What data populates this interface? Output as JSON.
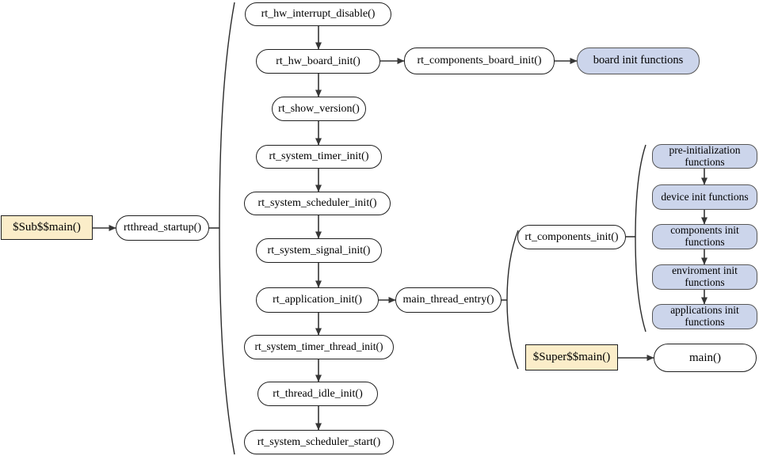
{
  "diagram": {
    "type": "flowchart",
    "description": "RT-Thread startup sequence flow",
    "colors": {
      "node_fill": "#ffffff",
      "entry_fill": "#fbedc9",
      "group_fill": "#ccd5eb",
      "border": "#1f1f1f",
      "line": "#363636"
    },
    "nodes": {
      "sub_main": "$Sub$$main()",
      "rtthread_startup": "rtthread_startup()",
      "rt_hw_interrupt_disable": "rt_hw_interrupt_disable()",
      "rt_hw_board_init": "rt_hw_board_init()",
      "rt_show_version": "rt_show_version()",
      "rt_system_timer_init": "rt_system_timer_init()",
      "rt_system_scheduler_init": "rt_system_scheduler_init()",
      "rt_system_signal_init": "rt_system_signal_init()",
      "rt_application_init": "rt_application_init()",
      "rt_system_timer_thread_init": "rt_system_timer_thread_init()",
      "rt_thread_idle_init": "rt_thread_idle_init()",
      "rt_system_scheduler_start": "rt_system_scheduler_start()",
      "rt_components_board_init": "rt_components_board_init()",
      "board_init_functions": "board init functions",
      "main_thread_entry": "main_thread_entry()",
      "rt_components_init": "rt_components_init()",
      "pre_initialization_functions": "pre-initialization functions",
      "device_init_functions": "device init functions",
      "components_init_functions": "components init functions",
      "enviroment_init_functions": "enviroment init functions",
      "applications_init_functions": "applications init functions",
      "super_main": "$Super$$main()",
      "main": "main()"
    }
  }
}
